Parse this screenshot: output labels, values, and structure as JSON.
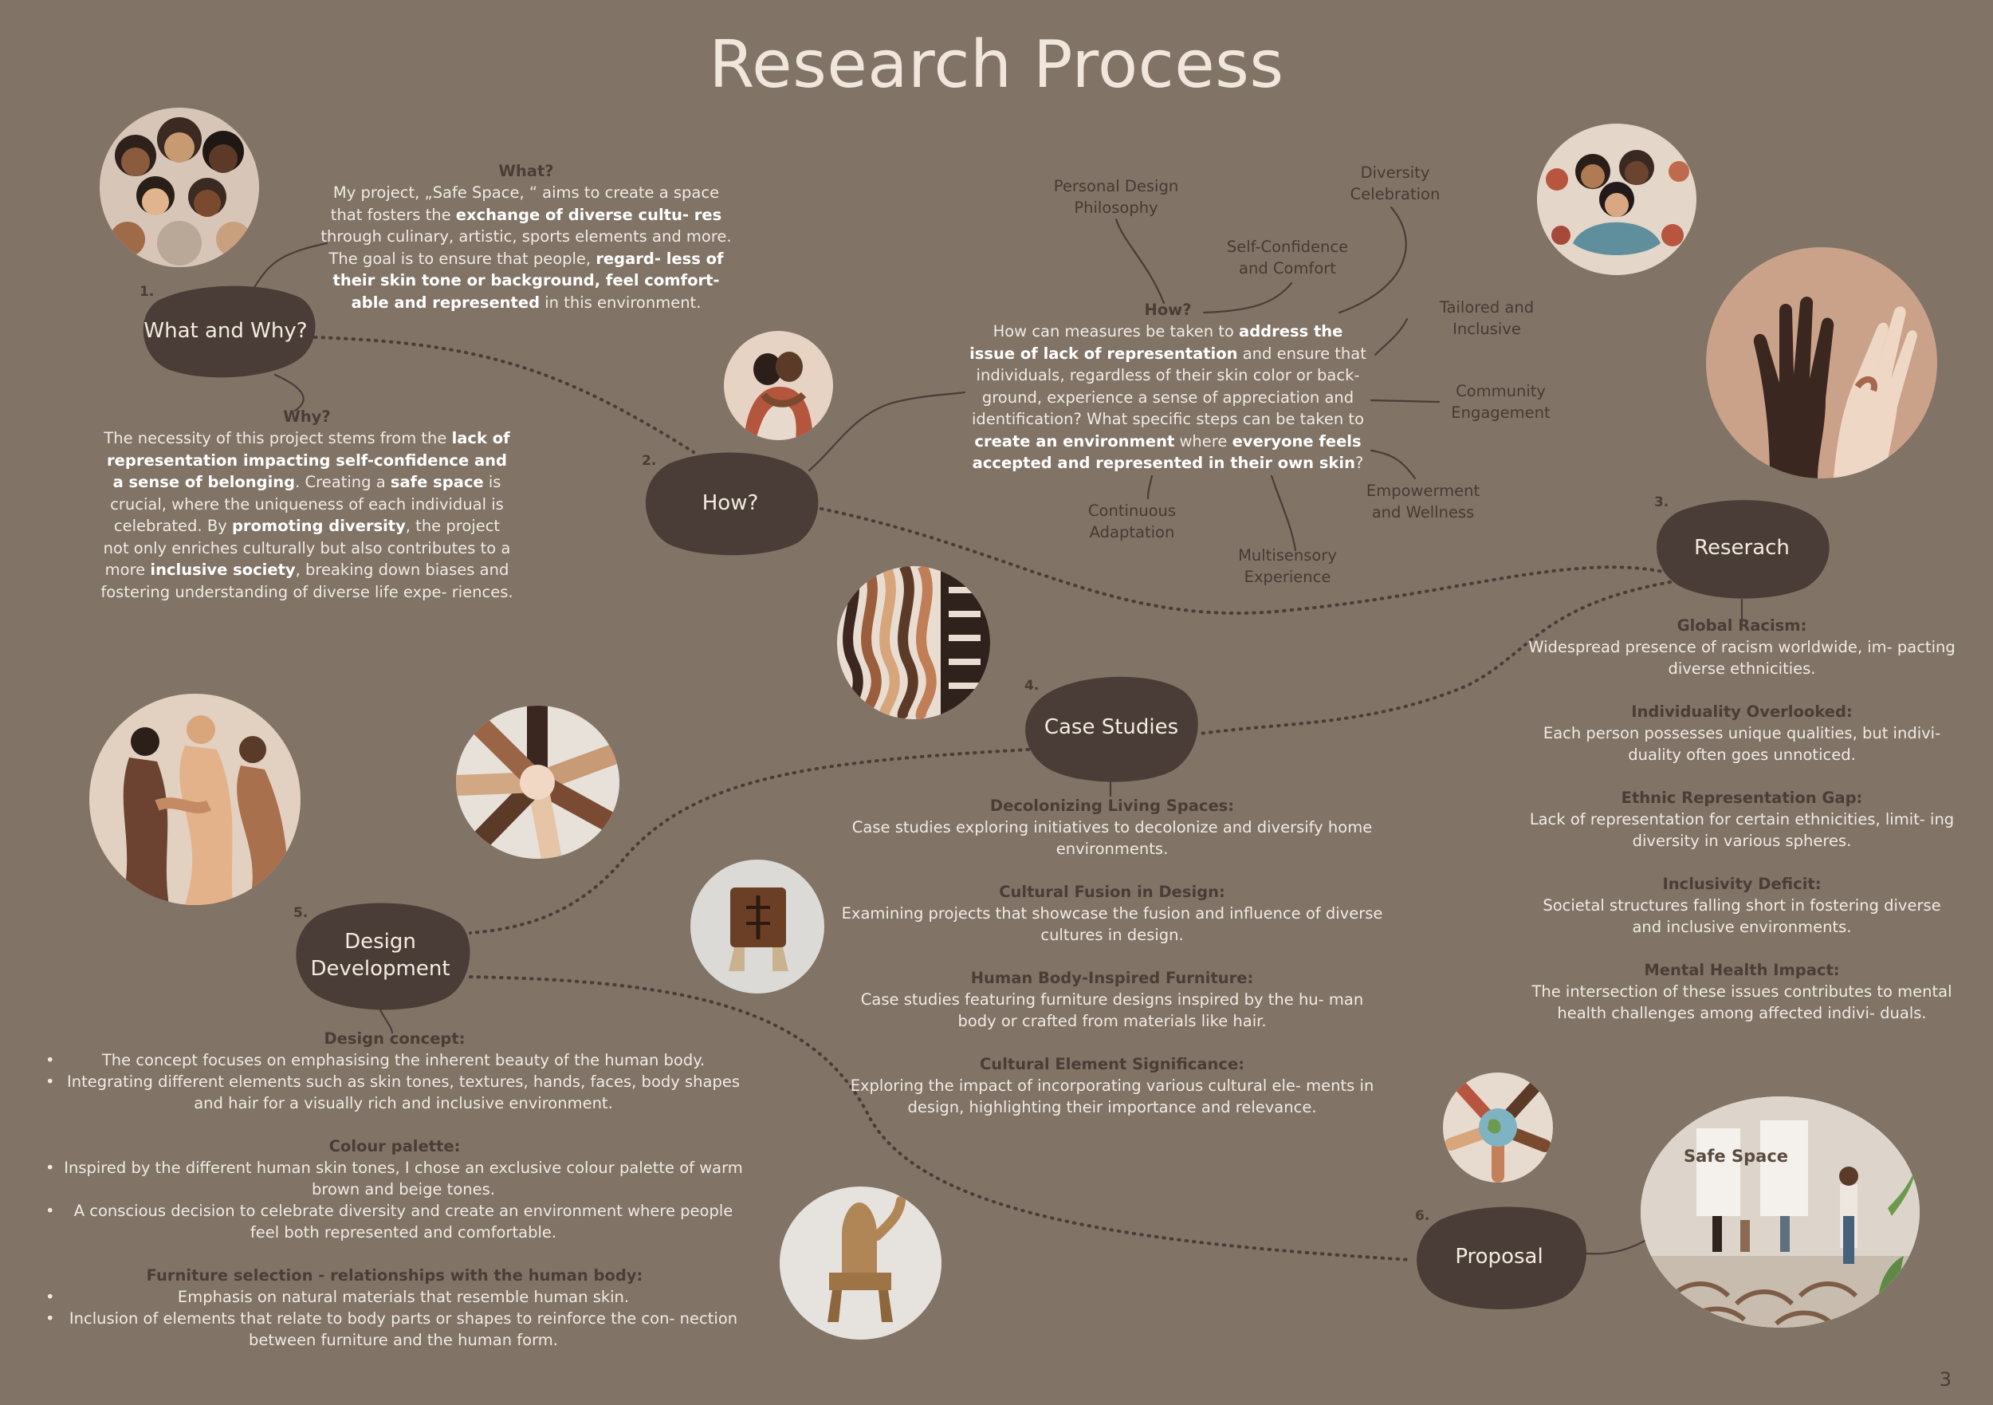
{
  "title": "Research Process",
  "page_number": "3",
  "colors": {
    "background": "#817366",
    "blob": "#4a3d37",
    "title": "#f1e6dc",
    "heading": "#4a3d36",
    "body_text": "#f1ebe4"
  },
  "steps": [
    {
      "number": "1.",
      "label": "What and Why?"
    },
    {
      "number": "2.",
      "label": "How?"
    },
    {
      "number": "3.",
      "label": "Reserach"
    },
    {
      "number": "4.",
      "label": "Case Studies"
    },
    {
      "number": "5.",
      "label_line1": "Design",
      "label_line2": "Development"
    },
    {
      "number": "6.",
      "label": "Proposal"
    }
  ],
  "what": {
    "heading": "What?",
    "p1": "My project, „Safe Space, “ aims to create a space that fosters the ",
    "b1": "exchange of diverse cultu- res",
    "p2": " through culinary, artistic, sports elements and more. The goal is to ensure that people, ",
    "b2": "regard- less of their skin tone or background, feel comfort- able and represented",
    "p3": " in this environment."
  },
  "why": {
    "heading": "Why?",
    "p1": "The necessity of this project stems from the ",
    "b1": "lack of representation impacting self-confidence and a sense of belonging",
    "p2": ". Creating a ",
    "b2": "safe space",
    "p3": " is crucial, where the uniqueness of each individual is celebrated. By ",
    "b3": "promoting diversity",
    "p4": ", the project not only enriches culturally but also contributes to a more ",
    "b4": "inclusive society",
    "p5": ", breaking down biases and fostering understanding of diverse life expe- riences."
  },
  "how": {
    "heading": "How?",
    "p1": "How can measures be taken to ",
    "b1": "address the issue of lack of representation",
    "p2": " and ensure that individuals, regardless of their skin color or back- ground, experience a sense of appreciation and identification? What specific steps can be taken to ",
    "b2": "create an environment",
    "p3": " where ",
    "b3": "everyone feels accepted and represented in their own skin",
    "p4": "?"
  },
  "mindmap": [
    {
      "line1": "Personal Design",
      "line2": "Philosophy"
    },
    {
      "line1": "Diversity",
      "line2": "Celebration"
    },
    {
      "line1": "Self-Confidence",
      "line2": "and Comfort"
    },
    {
      "line1": "Tailored and",
      "line2": "Inclusive"
    },
    {
      "line1": "Community",
      "line2": "Engagement"
    },
    {
      "line1": "Empowerment",
      "line2": "and Wellness"
    },
    {
      "line1": "Multisensory",
      "line2": "Experience"
    },
    {
      "line1": "Continuous",
      "line2": "Adaptation"
    }
  ],
  "research": [
    {
      "heading": "Global Racism:",
      "text": "Widespread presence of racism worldwide, im- pacting diverse ethnicities."
    },
    {
      "heading": "Individuality Overlooked:",
      "text": "Each person possesses unique qualities, but indivi- duality often goes unnoticed."
    },
    {
      "heading": "Ethnic Representation Gap:",
      "text": "Lack of representation for certain ethnicities, limit- ing diversity in various spheres."
    },
    {
      "heading": "Inclusivity Deficit:",
      "text": "Societal structures falling short in fostering diverse and inclusive environments."
    },
    {
      "heading": "Mental Health Impact:",
      "text": "The intersection of these issues contributes to mental health challenges among affected indivi- duals."
    }
  ],
  "case_studies": [
    {
      "heading": "Decolonizing Living Spaces:",
      "text": "Case studies exploring initiatives to decolonize and diversify home environments."
    },
    {
      "heading": "Cultural Fusion in Design:",
      "text": "Examining projects that showcase the fusion and influence of diverse cultures in design."
    },
    {
      "heading": "Human Body-Inspired Furniture:",
      "text": "Case studies featuring furniture designs inspired by the hu- man body or crafted from materials like hair."
    },
    {
      "heading": "Cultural Element Significance:",
      "text": "Exploring the impact of incorporating various cultural ele- ments in design, highlighting their importance and relevance."
    }
  ],
  "design": [
    {
      "heading": "Design concept:",
      "items": [
        "The concept focuses on emphasising the inherent beauty of the human body.",
        "Integrating different elements such as skin tones, textures, hands, faces, body shapes and hair for a visually rich and inclusive environment."
      ]
    },
    {
      "heading": "Colour palette:",
      "items": [
        "Inspired by the different human skin tones, I chose an exclusive colour palette of warm brown and beige tones.",
        "A conscious decision to celebrate diversity and create an environment where people feel both represented and comfortable."
      ]
    },
    {
      "heading": "Furniture selection - relationships with the human body:",
      "items": [
        "Emphasis on natural materials that resemble human skin.",
        "Inclusion of elements that relate to body parts or shapes to reinforce the con- nection between furniture and the human form."
      ]
    }
  ],
  "render_label": "Safe Space"
}
